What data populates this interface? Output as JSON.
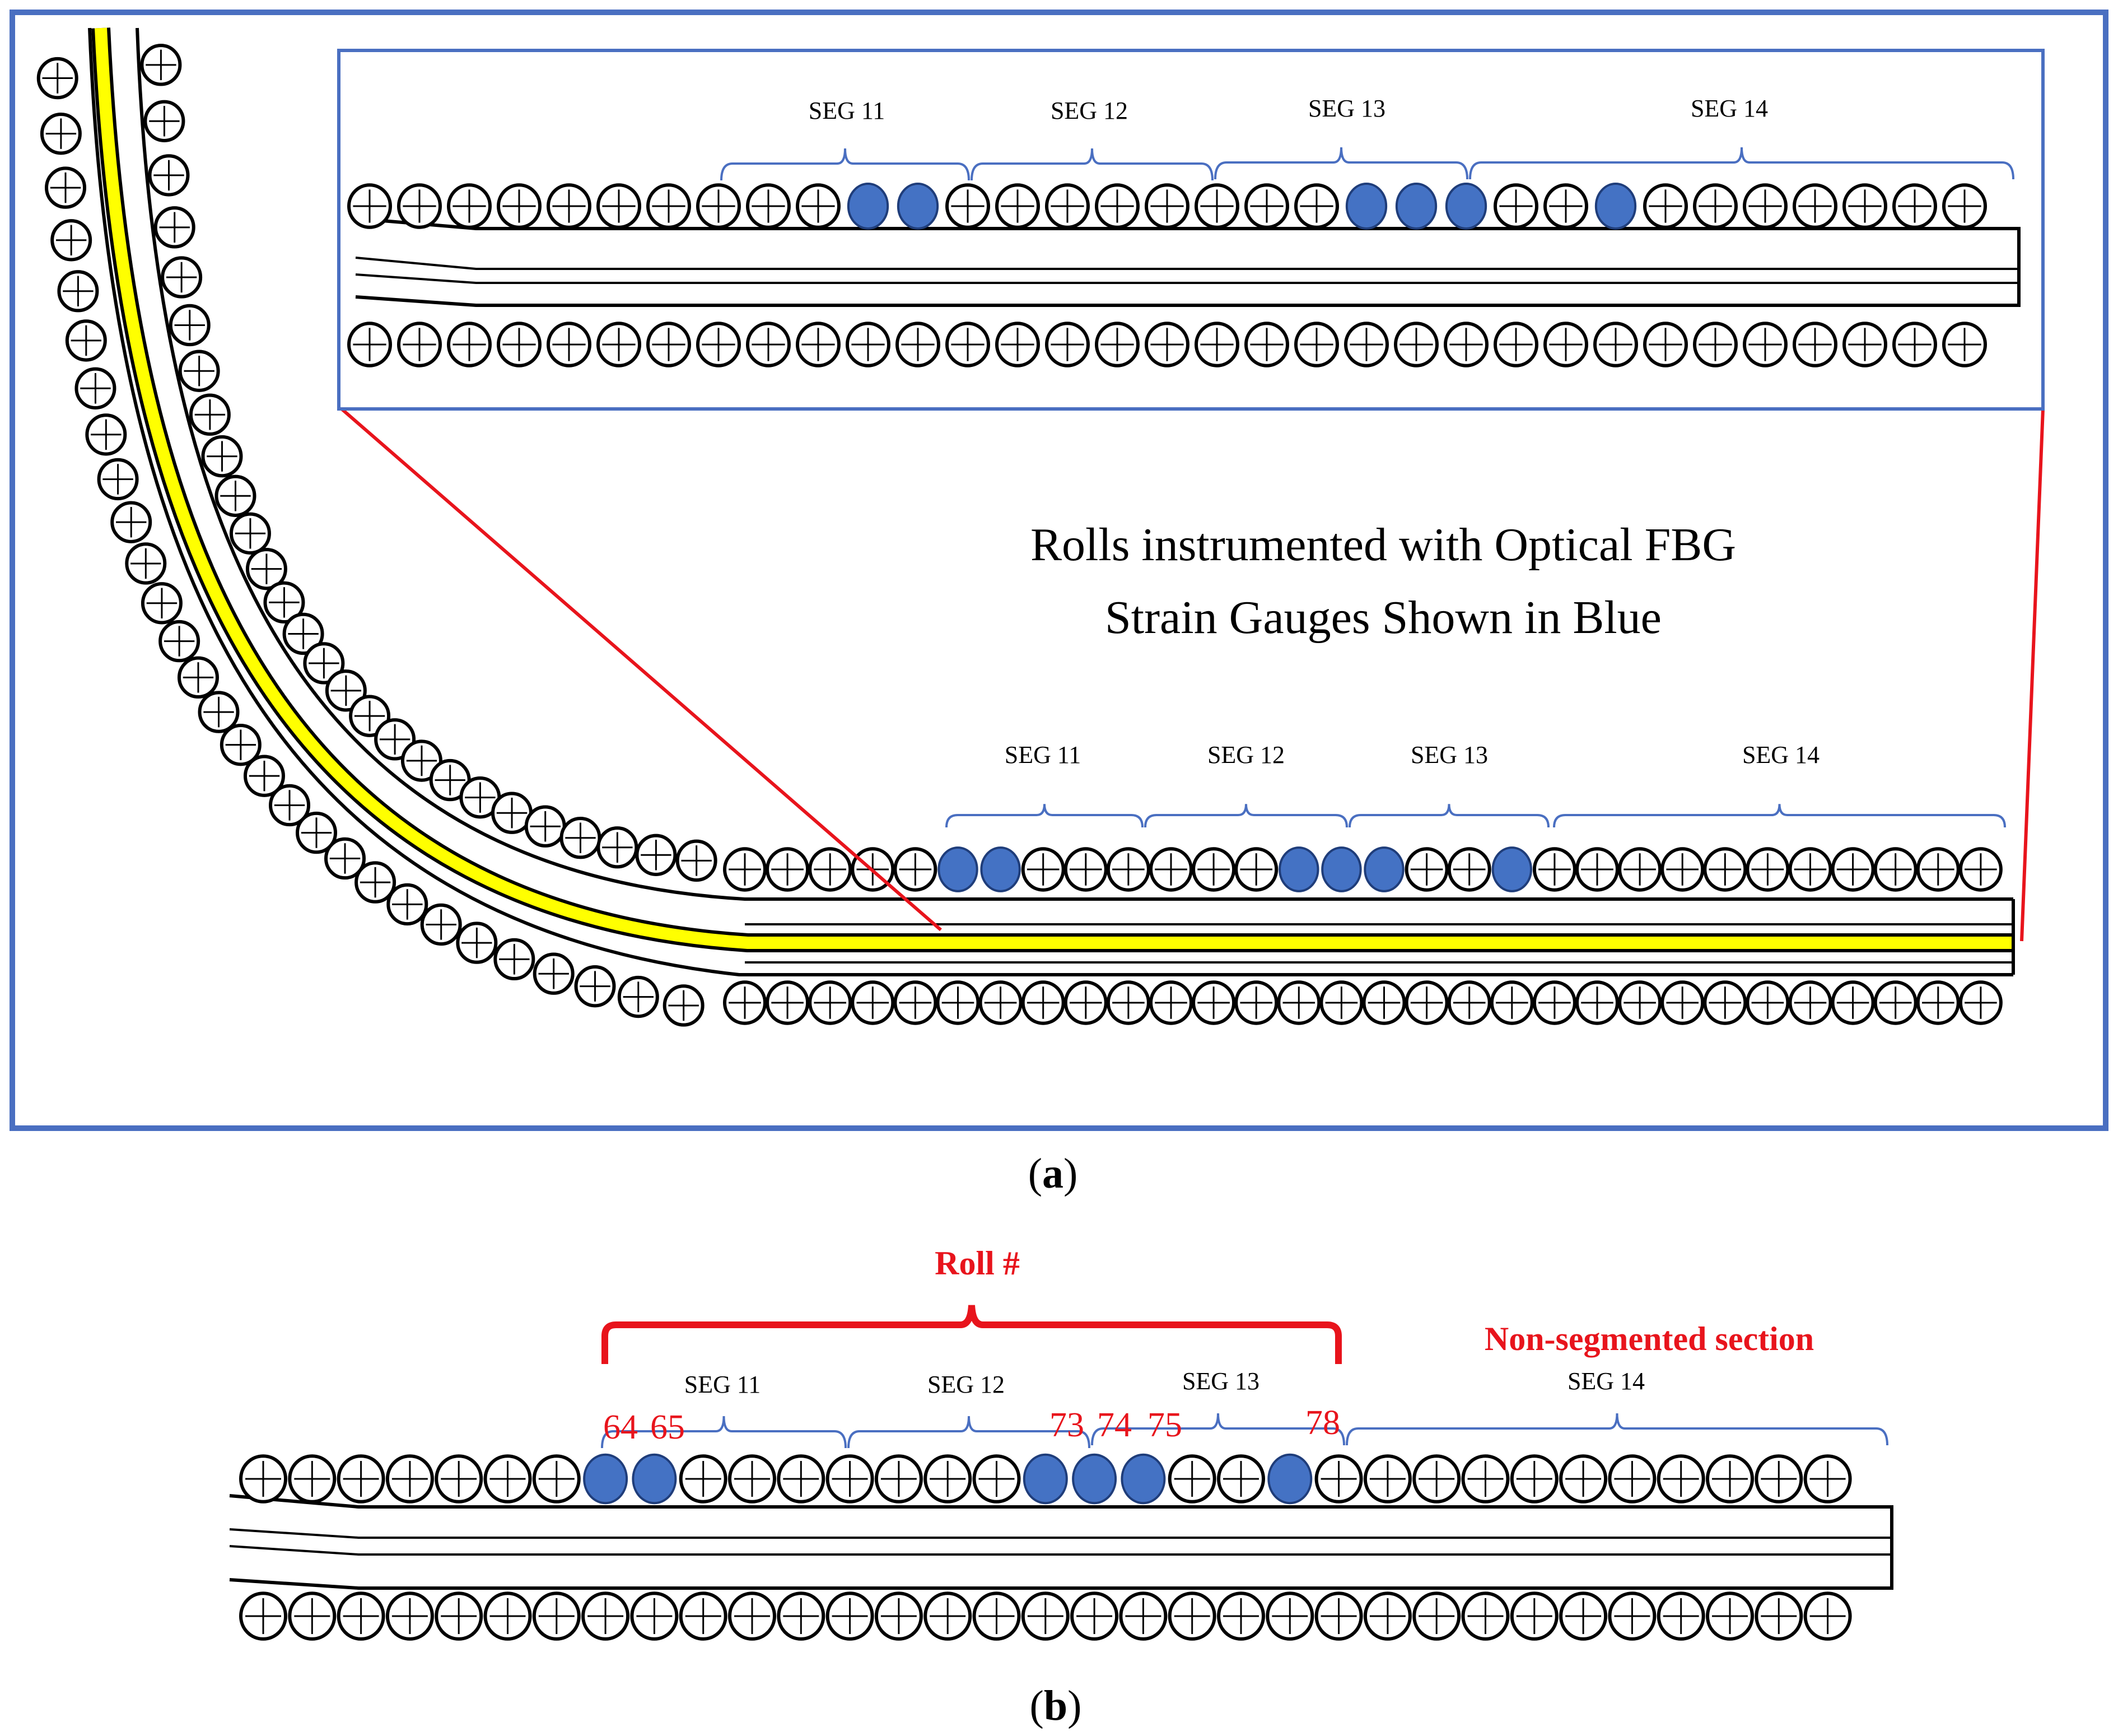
{
  "panel_a": {
    "caption_open": "(",
    "caption_letter": "a",
    "caption_close": ")",
    "description_line1": "Rolls instrumented with Optical FBG",
    "description_line2": "Strain Gauges Shown in Blue",
    "inset_segments": [
      "SEG 11",
      "SEG 12",
      "SEG 13",
      "SEG 14"
    ],
    "main_segments": [
      "SEG 11",
      "SEG 12",
      "SEG 13",
      "SEG 14"
    ]
  },
  "panel_b": {
    "caption_open": "(",
    "caption_letter": "b",
    "caption_close": ")",
    "roll_label": "Roll #",
    "non_segmented_label": "Non-segmented section",
    "segments": [
      "SEG 11",
      "SEG 12",
      "SEG 13",
      "SEG 14"
    ],
    "roll_numbers": [
      "64",
      "65",
      "73",
      "74",
      "75",
      "78"
    ]
  },
  "colors": {
    "frame_blue": "#4a6fc1",
    "instrumented_roll": "#4472c4",
    "connector_red": "#e8141c",
    "strand_yellow": "#ffff00"
  }
}
